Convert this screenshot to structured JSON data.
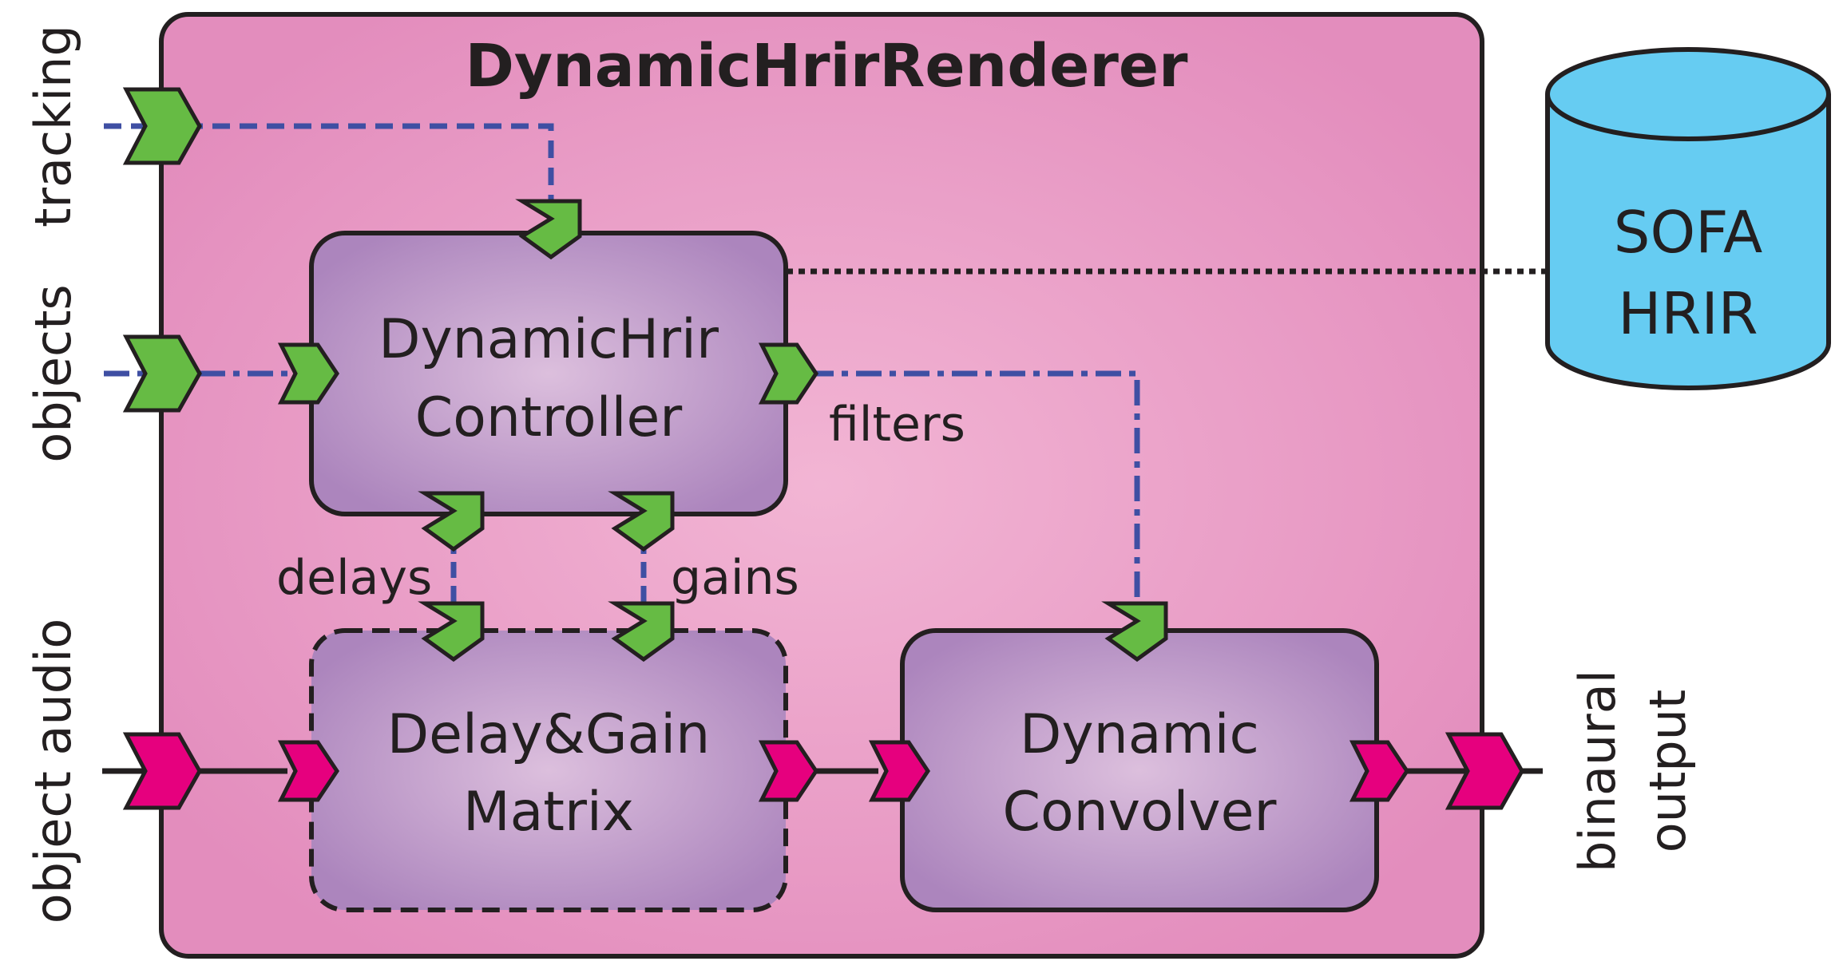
{
  "renderer": {
    "title": "DynamicHrirRenderer"
  },
  "controller": {
    "line1": "DynamicHrir",
    "line2": "Controller"
  },
  "matrix": {
    "line1": "Delay&Gain",
    "line2": "Matrix"
  },
  "convolver": {
    "line1": "Dynamic",
    "line2": "Convolver"
  },
  "database": {
    "line1": "SOFA",
    "line2": "HRIR"
  },
  "inputs": {
    "tracking": "tracking",
    "objects": "objects",
    "object_audio": "object audio"
  },
  "outputs": {
    "line1": "binaural",
    "line2": "output"
  },
  "signals": {
    "filters": "filters",
    "delays": "delays",
    "gains": "gains"
  },
  "colors": {
    "outer_box": "#e690c0",
    "inner_box": "#b08cc4",
    "control_port": "#66bb44",
    "audio_port": "#e6007e",
    "control_line": "#3f4fa3",
    "database": "#66ccf2"
  }
}
